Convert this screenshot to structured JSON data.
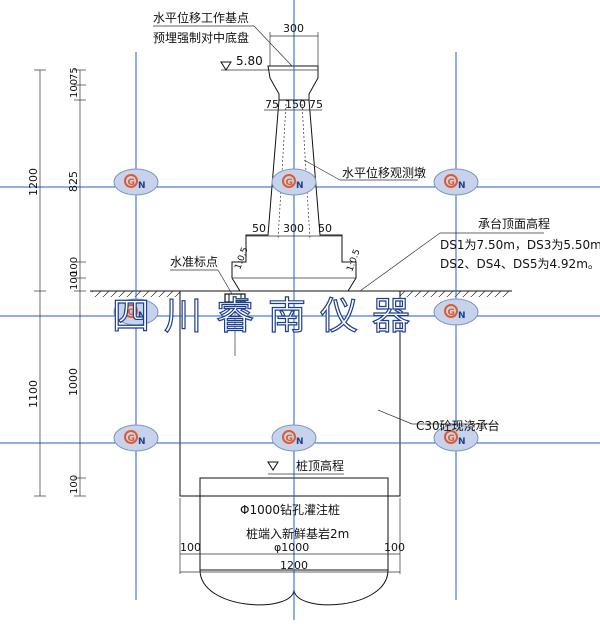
{
  "labels": {
    "top_note_1": "水平位移工作基点",
    "top_note_2": "预埋强制对中底盘",
    "pier": "水平位移观测墩",
    "cap_elev_title": "承台顶面高程",
    "cap_elev_line1": "DS1为7.50m，DS3为5.50m，",
    "cap_elev_line2": "DS2、DS4、DS5为4.92m。",
    "benchmark": "水准标点",
    "cap_concrete": "C30砼现浇承台",
    "pile_top": "桩顶高程",
    "pile_desc_1": "Φ1000钻孔灌注桩",
    "pile_desc_2": "桩端入新鲜基岩2m",
    "elev_value": "5.80",
    "watermark": "四川睿南仪器"
  },
  "dims": {
    "top_width": "300",
    "neck_left": "75",
    "neck_mid": "150",
    "neck_right": "75",
    "base_left": "50",
    "base_mid": "300",
    "base_right": "50",
    "slope_left": "1:0.5",
    "slope_right": "1:0.5",
    "left_75": "75",
    "left_100a": "100",
    "left_825": "825",
    "left_100b": "100",
    "left_100c": "100",
    "left_1000": "1000",
    "left_100d": "100",
    "outer_1200": "1200",
    "outer_1100": "1100",
    "bot_100_left": "100",
    "bot_phi": "φ1000",
    "bot_100_right": "100",
    "bot_1200": "1200"
  },
  "colors": {
    "grid": "#1f5fd6",
    "line": "#111111",
    "watermark": "#1d3f8f"
  },
  "icons": [
    "gn-logo-icon"
  ]
}
